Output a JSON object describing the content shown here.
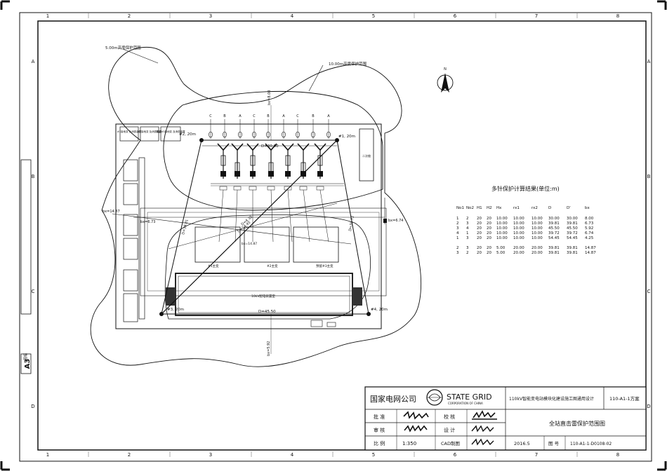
{
  "frame": {
    "cols": [
      "1",
      "2",
      "3",
      "4",
      "5",
      "6",
      "7",
      "8"
    ],
    "rows": [
      "A",
      "B",
      "C",
      "D"
    ],
    "size": "A3",
    "size_label": "图幅"
  },
  "plan": {
    "radius_5m": "5.00m高度保护范围",
    "radius_10m": "10.00m高度保护范围",
    "north": "N",
    "bx_top": "bx=8.00",
    "bx_bottom": "bx=5.92",
    "bx_left": "bx=14.87",
    "bx_right": "bx=6.74",
    "bx_inner": "bx=6.73",
    "bx_mid": "bx=14.87",
    "d_top": "D=30.00",
    "d_bottom": "D=45.50",
    "d_diag1": "D=39.81",
    "d_diag2": "D=54.45",
    "d_diag3": "D=4.35",
    "d_right": "D=39.72",
    "rod1": "#1, 20m",
    "rod2": "#2, 20m",
    "rod3": "#3, 20m",
    "rod4": "#4, 20m",
    "transformer1": "#1主变",
    "transformer2": "#2主变",
    "transformer3": "预留#3主变",
    "switchgear": "10kV配电装置室",
    "building_right": "二次舱",
    "cabin1": "#1接地变 及消弧装置",
    "cabin2": "#2接地变 及消弧装置",
    "cabin3": "预留#3接地变 及消弧装置",
    "phase_labels": [
      "C",
      "B",
      "A",
      "C",
      "B",
      "A",
      "C",
      "B",
      "A"
    ]
  },
  "results": {
    "title": "多针保护计算结果(单位:m)",
    "headers": [
      "No1",
      "No2",
      "H1",
      "H2",
      "Hx",
      "rx1",
      "rx2",
      "D",
      "D'",
      "bx"
    ],
    "rows": [
      [
        "1",
        "2",
        "20",
        "20",
        "10.00",
        "10.00",
        "10.00",
        "30.00",
        "30.00",
        "8.00"
      ],
      [
        "2",
        "3",
        "20",
        "20",
        "10.00",
        "10.00",
        "10.00",
        "39.81",
        "39.81",
        "6.73"
      ],
      [
        "3",
        "4",
        "20",
        "20",
        "10.00",
        "10.00",
        "10.00",
        "45.50",
        "45.50",
        "5.92"
      ],
      [
        "4",
        "1",
        "20",
        "20",
        "10.00",
        "10.00",
        "10.00",
        "39.72",
        "39.72",
        "6.74"
      ],
      [
        "1",
        "3",
        "20",
        "20",
        "10.00",
        "10.00",
        "10.00",
        "54.45",
        "54.45",
        "4.25"
      ],
      [
        "2",
        "3",
        "20",
        "20",
        "5.00",
        "20.00",
        "20.00",
        "39.81",
        "39.81",
        "14.87"
      ],
      [
        "3",
        "2",
        "20",
        "20",
        "5.00",
        "20.00",
        "20.00",
        "39.81",
        "39.81",
        "14.87"
      ]
    ]
  },
  "titleblock": {
    "company_cn": "国家电网公司",
    "company_en1": "STATE GRID",
    "company_en2": "CORPORATION OF CHINA",
    "project": "110kV智能变电站模块化建设施工图通用设计",
    "scheme": "110-A1-1方案",
    "approve": "批 准",
    "check": "校 核",
    "review": "审 核",
    "design": "设 计",
    "scale_label": "比 例",
    "scale_value": "1:350",
    "cad_label": "CAD制图",
    "drawing_title": "全站直击雷保护范围图",
    "date": "2016.5",
    "drawing_no_label": "图 号",
    "drawing_no": "110-A1-1-D0108-02"
  },
  "colors": {
    "line": "#111111",
    "grid": "#777777"
  }
}
